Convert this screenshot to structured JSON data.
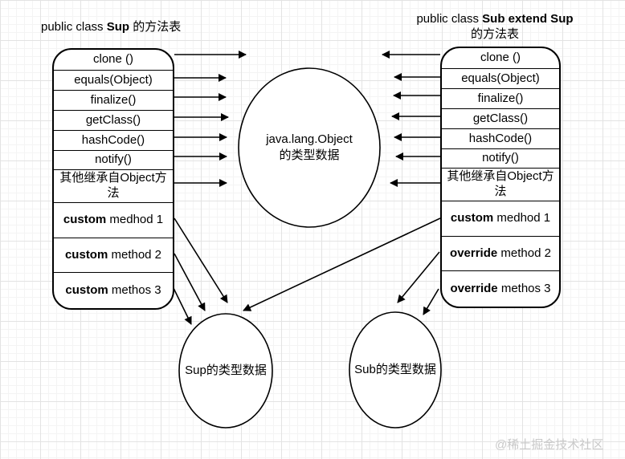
{
  "titles": {
    "left": {
      "prefix": "public class ",
      "bold": "Sup",
      "suffix": " 的方法表"
    },
    "right": {
      "prefix": "public class ",
      "bold": "Sub extend Sup",
      "suffix": " 的方法表"
    }
  },
  "left_table": {
    "rows": [
      {
        "text": "clone ()"
      },
      {
        "text": "equals(Object)"
      },
      {
        "text": "finalize()"
      },
      {
        "text": "getClass()"
      },
      {
        "text": "hashCode()"
      },
      {
        "text": "notify()"
      },
      {
        "text": "其他继承自Object方法"
      },
      {
        "bold": "custom",
        "text": " medhod 1"
      },
      {
        "bold": "custom",
        "text": " method 2"
      },
      {
        "bold": "custom",
        "text": " methos 3"
      }
    ]
  },
  "right_table": {
    "rows": [
      {
        "text": "clone ()"
      },
      {
        "text": "equals(Object)"
      },
      {
        "text": "finalize()"
      },
      {
        "text": "getClass()"
      },
      {
        "text": "hashCode()"
      },
      {
        "text": "notify()"
      },
      {
        "text": "其他继承自Object方法"
      },
      {
        "bold": "custom",
        "text": " medhod 1"
      },
      {
        "bold": "override",
        "text": " method 2"
      },
      {
        "bold": "override",
        "text": " methos 3"
      }
    ]
  },
  "ellipses": {
    "object": {
      "line1": "java.lang.Object",
      "line2": "的类型数据"
    },
    "sup": {
      "label": "Sup的类型数据"
    },
    "sub": {
      "label": "Sub的类型数据"
    }
  },
  "watermark": "@稀土掘金技术社区",
  "colors": {
    "stroke": "#000000",
    "fill": "#ffffff",
    "watermark": "#c9c9c9"
  }
}
